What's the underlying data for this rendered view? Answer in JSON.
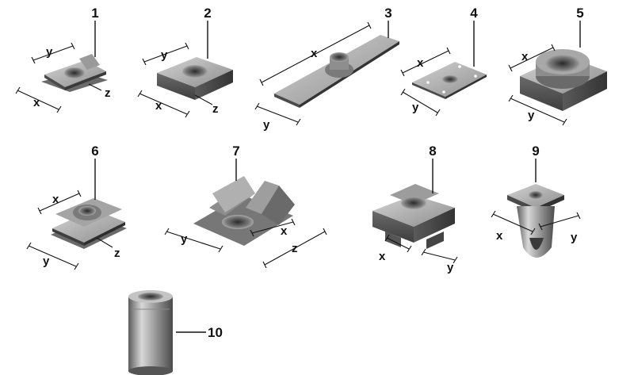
{
  "parts": [
    {
      "number": "1",
      "dims": [
        "y",
        "x",
        "z"
      ]
    },
    {
      "number": "2",
      "dims": [
        "y",
        "x",
        "z"
      ]
    },
    {
      "number": "3",
      "dims": [
        "x",
        "y"
      ]
    },
    {
      "number": "4",
      "dims": [
        "x",
        "y"
      ]
    },
    {
      "number": "5",
      "dims": [
        "x",
        "y"
      ]
    },
    {
      "number": "6",
      "dims": [
        "x",
        "y",
        "z"
      ]
    },
    {
      "number": "7",
      "dims": [
        "y",
        "x",
        "z"
      ]
    },
    {
      "number": "8",
      "dims": [
        "x",
        "y"
      ]
    },
    {
      "number": "9",
      "dims": [
        "x",
        "y"
      ]
    },
    {
      "number": "10",
      "dims": []
    }
  ],
  "colors": {
    "metal_light": "#bcbcbc",
    "metal_mid": "#8a8a8a",
    "metal_dark": "#505050",
    "ink": "#111111"
  }
}
